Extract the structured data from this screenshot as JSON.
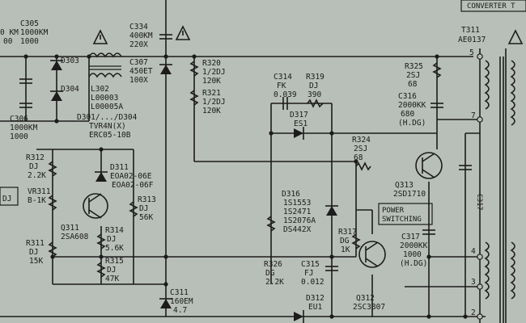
{
  "header": {
    "converter_label": "CONVERTER T"
  },
  "edge_text": {
    "left_top_1": "0 KM",
    "left_top_2": "00",
    "left_dj": "DJ"
  },
  "components": {
    "c305": [
      "C305",
      "1000KM",
      "1000"
    ],
    "c334": [
      "C334",
      "400KM",
      "220X"
    ],
    "c307": [
      "C307",
      "450ET",
      "100X"
    ],
    "d303": "D303",
    "d304": "D304",
    "l302": [
      "L302",
      "L00003",
      "L00005A"
    ],
    "d301": [
      "D301/.../D304",
      "TVR4N(X)",
      "ERC05-10B"
    ],
    "c306": [
      "C306",
      "1000KM",
      "1000"
    ],
    "r320": [
      "R320",
      "1/2DJ",
      "120K"
    ],
    "r321": [
      "R321",
      "1/2DJ",
      "120K"
    ],
    "c314": [
      "C314",
      "FK",
      "0.039"
    ],
    "r319": [
      "R319",
      "DJ",
      "390"
    ],
    "d317": [
      "D317",
      "ES1"
    ],
    "r324": [
      "R324",
      "2SJ",
      "68"
    ],
    "r325": [
      "R325",
      "2SJ",
      "68"
    ],
    "c316": [
      "C316",
      "2000KK",
      "680",
      "(H.DG)"
    ],
    "t311": [
      "T311",
      "AE0137"
    ],
    "r312": [
      "R312",
      "DJ",
      "2.2K"
    ],
    "d311": [
      "D311",
      "EOA02-06E",
      "EOA02-06F"
    ],
    "vr311": [
      "VR311",
      "B-1K"
    ],
    "q311": [
      "Q311",
      "2SA608"
    ],
    "r313": [
      "R313",
      "DJ",
      "56K"
    ],
    "r314": [
      "R314",
      "DJ",
      "5.6K"
    ],
    "r315": [
      "R315",
      "DJ",
      "47K"
    ],
    "r311": [
      "R311",
      "DJ",
      "15K"
    ],
    "d316": [
      "D316",
      "1S1553",
      "1S2471",
      "1S2076A",
      "DS442X"
    ],
    "q313": [
      "Q313",
      "2SD1710"
    ],
    "c317_side": "C317",
    "power_switching": [
      "POWER",
      "SWITCHING"
    ],
    "c317": [
      "C317",
      "2000KK",
      "1000",
      "(H.DG)"
    ],
    "r317": [
      "R317",
      "DG",
      "1K"
    ],
    "r326": [
      "R326",
      "DG",
      "2.2K"
    ],
    "c315": [
      "C315",
      "FJ",
      "0.012"
    ],
    "c311": [
      "C311",
      "160EM",
      "4.7"
    ],
    "d312": [
      "D312",
      "EU1"
    ],
    "q312": [
      "Q312",
      "2SC3807"
    ]
  },
  "pins": {
    "p5": "5",
    "p7": "7",
    "p4": "4",
    "p3": "3",
    "p2": "2"
  }
}
